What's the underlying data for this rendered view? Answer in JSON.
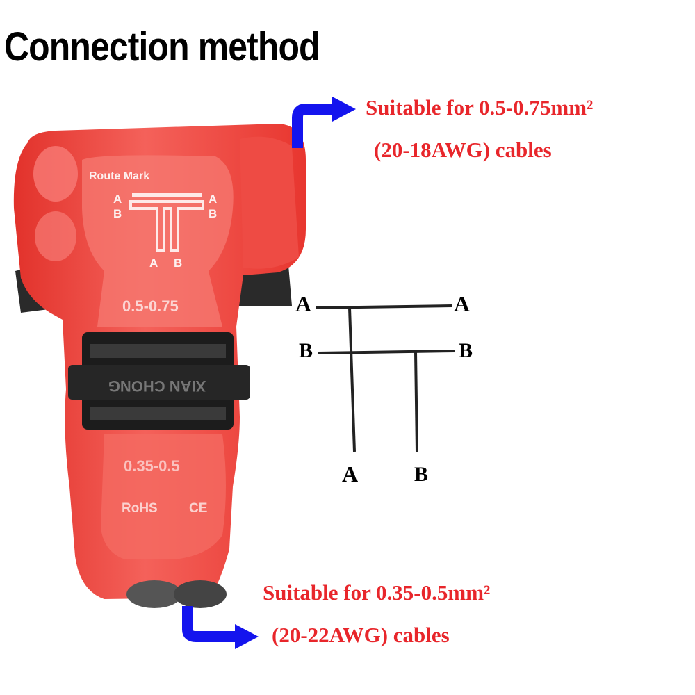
{
  "title": "Connection method",
  "top_note": {
    "line1": "Suitable for 0.5-0.75mm²",
    "line2": "(20-18AWG) cables"
  },
  "bottom_note": {
    "line1": "Suitable for 0.35-0.5mm²",
    "line2": "(20-22AWG) cables"
  },
  "connector": {
    "route_mark": "Route Mark",
    "left_a": "A",
    "left_b": "B",
    "right_a": "A",
    "right_b": "B",
    "bottom_a": "A",
    "bottom_b": "B",
    "upper_rating": "0.5-0.75",
    "lower_rating": "0.35-0.5",
    "band_text": "XIAN CHONG",
    "rohs": "RoHS",
    "ce": "CE"
  },
  "wiring": {
    "a_left": "A",
    "a_right": "A",
    "b_left": "B",
    "b_right": "B",
    "a_bottom": "A",
    "b_bottom": "B"
  },
  "colors": {
    "note_red": "#e8262b",
    "arrow_blue": "#1414ee",
    "connector_red": "#f0504a",
    "band_black": "#1c1c1c"
  }
}
